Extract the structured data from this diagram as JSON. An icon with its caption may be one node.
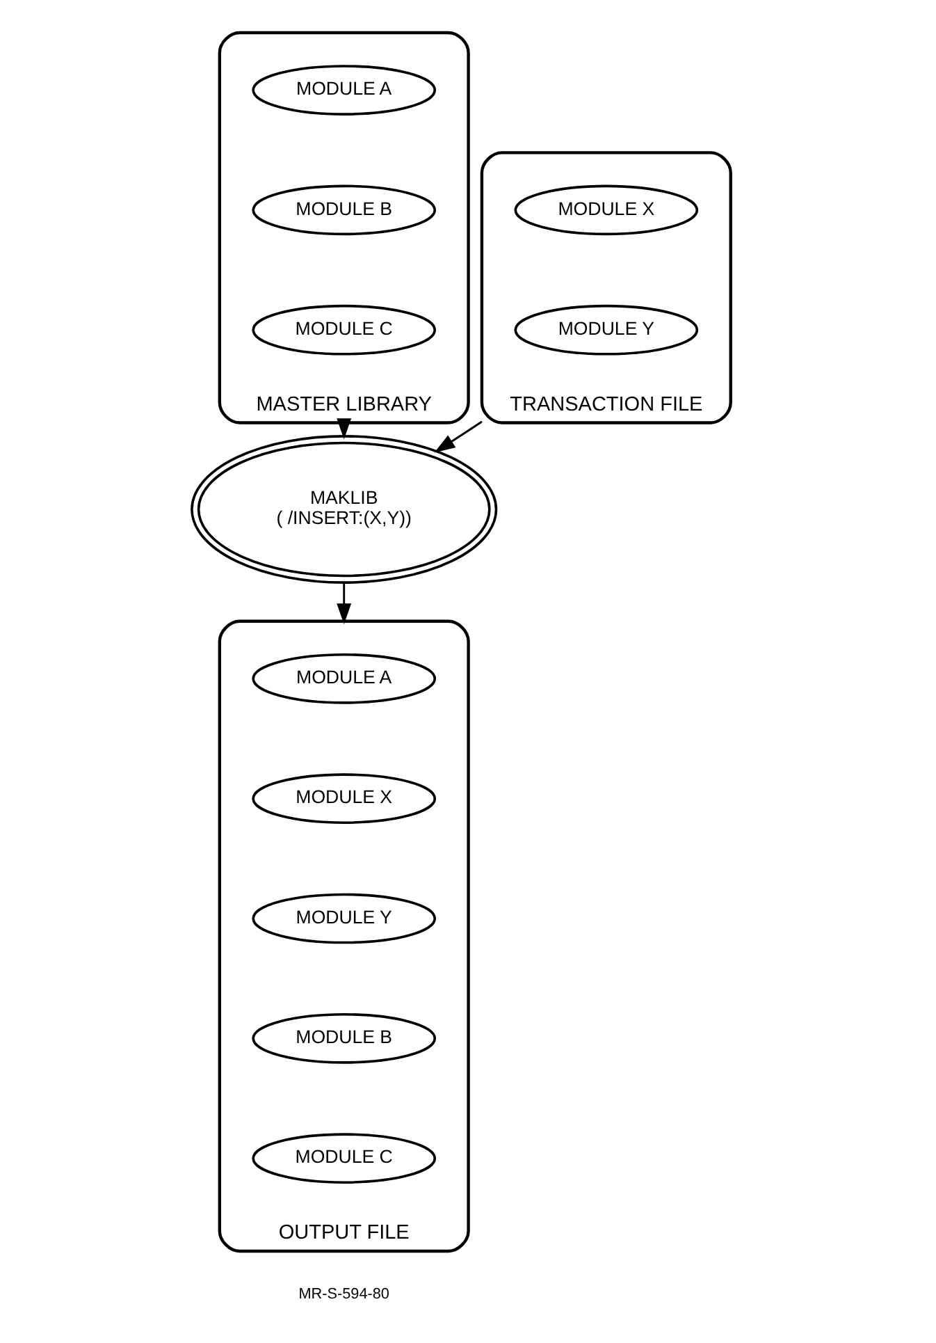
{
  "diagram": {
    "nodes": [
      {
        "text": [
          "MASTER LIBRARY"
        ]
      },
      {
        "text": [
          "MODULE A"
        ],
        "in": 0
      },
      {
        "text": [
          "MODULE B"
        ],
        "in": 0
      },
      {
        "text": [
          "MODULE C"
        ],
        "in": 0
      },
      {
        "text": [
          "TRANSACTION FILE"
        ]
      },
      {
        "text": [
          "MODULE X"
        ],
        "in": 4
      },
      {
        "text": [
          "MODULE Y"
        ],
        "in": 4
      },
      {
        "text": [
          "MAKLIB",
          "( /INSERT:(X,Y))"
        ]
      },
      {
        "text": [
          "OUTPUT FILE"
        ]
      },
      {
        "text": [
          "MODULE A"
        ],
        "in": 8
      },
      {
        "text": [
          "MODULE X"
        ],
        "in": 8
      },
      {
        "text": [
          "MODULE Y"
        ],
        "in": 8
      },
      {
        "text": [
          "MODULE B"
        ],
        "in": 8
      },
      {
        "text": [
          "MODULE C"
        ],
        "in": 8
      }
    ],
    "edges": [
      {
        "from": 0,
        "to": 7,
        "arrow": "to"
      },
      {
        "from": 4,
        "to": 7,
        "arrow": "to"
      },
      {
        "from": 7,
        "to": 8,
        "arrow": "to"
      }
    ],
    "labels": [
      "MR-S-594-80"
    ]
  }
}
